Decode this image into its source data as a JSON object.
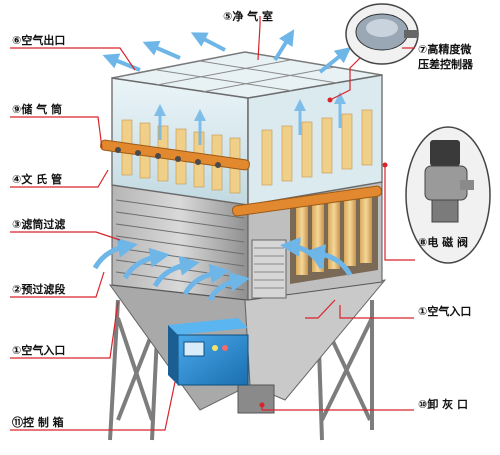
{
  "labels": {
    "clean_air_outlet": "⑥空气出口",
    "clean_air_chamber": "⑤净 气 室",
    "pressure_controller": "⑦高精度微\n压差控制器",
    "air_tank": "⑨储 气 筒",
    "venturi": "④文 氏 管",
    "filter_cartridge": "③滤筒过滤",
    "solenoid_valve": "⑧电 磁 阀",
    "prefilter": "②预过滤段",
    "air_inlet_right": "①空气入口",
    "air_inlet_left": "①空气入口",
    "dust_outlet": "⑩卸 灰 口",
    "control_box": "⑪控 制 箱"
  },
  "colors": {
    "label_line": "#d9232a",
    "steel": "#9a9a9a",
    "glass": "#cfe3ea",
    "filter": "#e8c27a",
    "control_box": "#2b8fd6",
    "arrow_air": "#6fb6e8"
  },
  "icons": [
    "pressure-gauge-icon",
    "solenoid-valve-icon"
  ]
}
